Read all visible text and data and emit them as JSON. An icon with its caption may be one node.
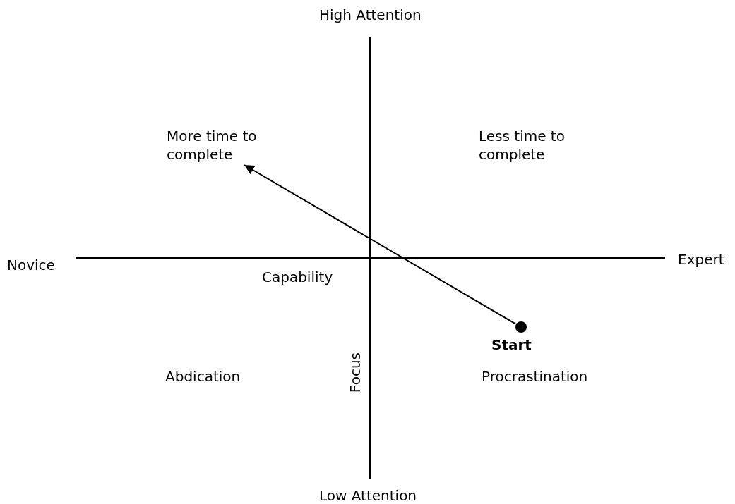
{
  "diagram": {
    "nodes": [
      {
        "text": [
          "More time to complete"
        ]
      },
      {
        "text": [],
        "shape": "circle",
        "beside": [
          "Start"
        ]
      }
    ],
    "edges": [
      {
        "from": 1,
        "to": 0,
        "arrow": "to"
      }
    ],
    "labels": [
      "High Attention",
      "Less time to complete",
      "Novice",
      "Expert",
      "Capability",
      "Abdication",
      "Focus",
      "Procrastination",
      "Low Attention"
    ]
  }
}
